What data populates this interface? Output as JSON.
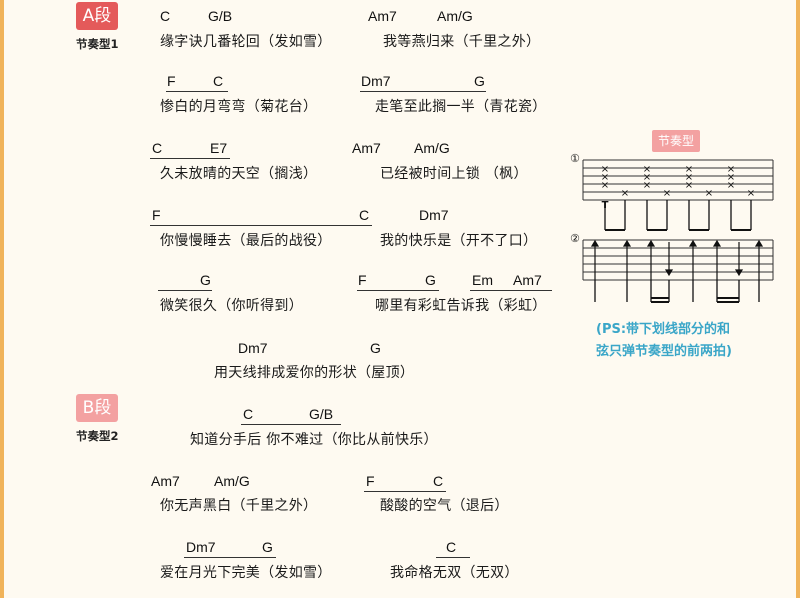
{
  "sectionA": {
    "badge": "A段",
    "pattern_label": "节奏型1",
    "lines": [
      {
        "chords": [
          "C",
          "G/B",
          "Am7",
          "Am/G"
        ],
        "lyric_left": "缘字诀几番轮回（发如雪）",
        "lyric_right": "我等燕归来（千里之外）"
      },
      {
        "chords": [
          "F",
          "C",
          "Dm7",
          "G"
        ],
        "lyric_left": "惨白的月弯弯（菊花台）",
        "lyric_right": "走笔至此搁一半（青花瓷）"
      },
      {
        "chords": [
          "C",
          "E7",
          "Am7",
          "Am/G"
        ],
        "lyric_left": "久未放晴的天空（搁浅）",
        "lyric_right": "已经被时间上锁 （枫）"
      },
      {
        "chords": [
          "F",
          "C",
          "Dm7"
        ],
        "lyric_left": "你慢慢睡去（最后的战役）",
        "lyric_right": "我的快乐是（开不了口）"
      },
      {
        "chords": [
          "G",
          "F",
          "G",
          "Em",
          "Am7"
        ],
        "lyric_left": "微笑很久（你听得到）",
        "lyric_right": "哪里有彩虹告诉我（彩虹）"
      },
      {
        "chords": [
          "Dm7",
          "G"
        ],
        "lyric_center": "用天线排成爱你的形状（屋顶）"
      }
    ]
  },
  "sectionB": {
    "badge": "B段",
    "pattern_label": "节奏型2",
    "lines": [
      {
        "chords": [
          "C",
          "G/B"
        ],
        "lyric_center": "知道分手后 你不难过（你比从前快乐）"
      },
      {
        "chords": [
          "Am7",
          "Am/G",
          "F",
          "C"
        ],
        "lyric_left": "你无声黑白（千里之外）",
        "lyric_right": "酸酸的空气（退后）"
      },
      {
        "chords": [
          "Dm7",
          "G",
          "C"
        ],
        "lyric_left": "爱在月光下完美（发如雪）",
        "lyric_right": "我命格无双（无双）"
      }
    ]
  },
  "rhythm_box": {
    "title": "节奏型",
    "num1": "①",
    "num2": "②",
    "ps_line1": "(PS:带下划线部分的和",
    "ps_line2": "弦只弹节奏型的前两拍)"
  }
}
